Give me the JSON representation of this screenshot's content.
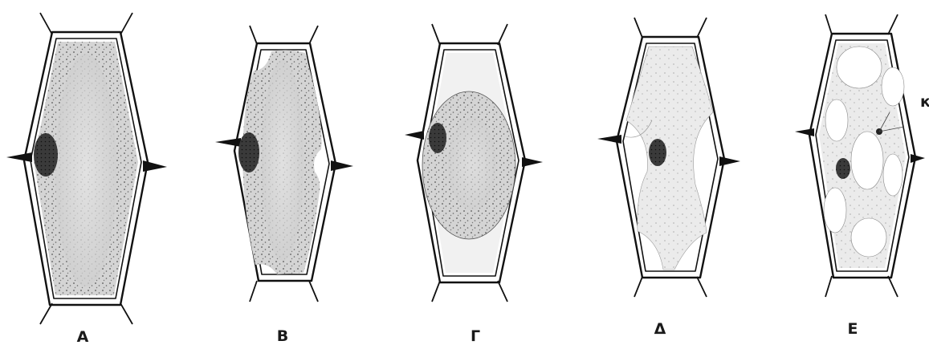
{
  "figure": {
    "panels": [
      {
        "id": "A",
        "label": "A"
      },
      {
        "id": "B",
        "label": "B"
      },
      {
        "id": "G",
        "label": "Γ"
      },
      {
        "id": "D",
        "label": "Δ"
      },
      {
        "id": "E",
        "label": "E"
      }
    ],
    "edge_mark": "к"
  },
  "colors": {
    "ink": "#111111",
    "background": "#ffffff",
    "cytoplasm": "#c9c9c9",
    "nucleus": "#2a2a2a"
  }
}
